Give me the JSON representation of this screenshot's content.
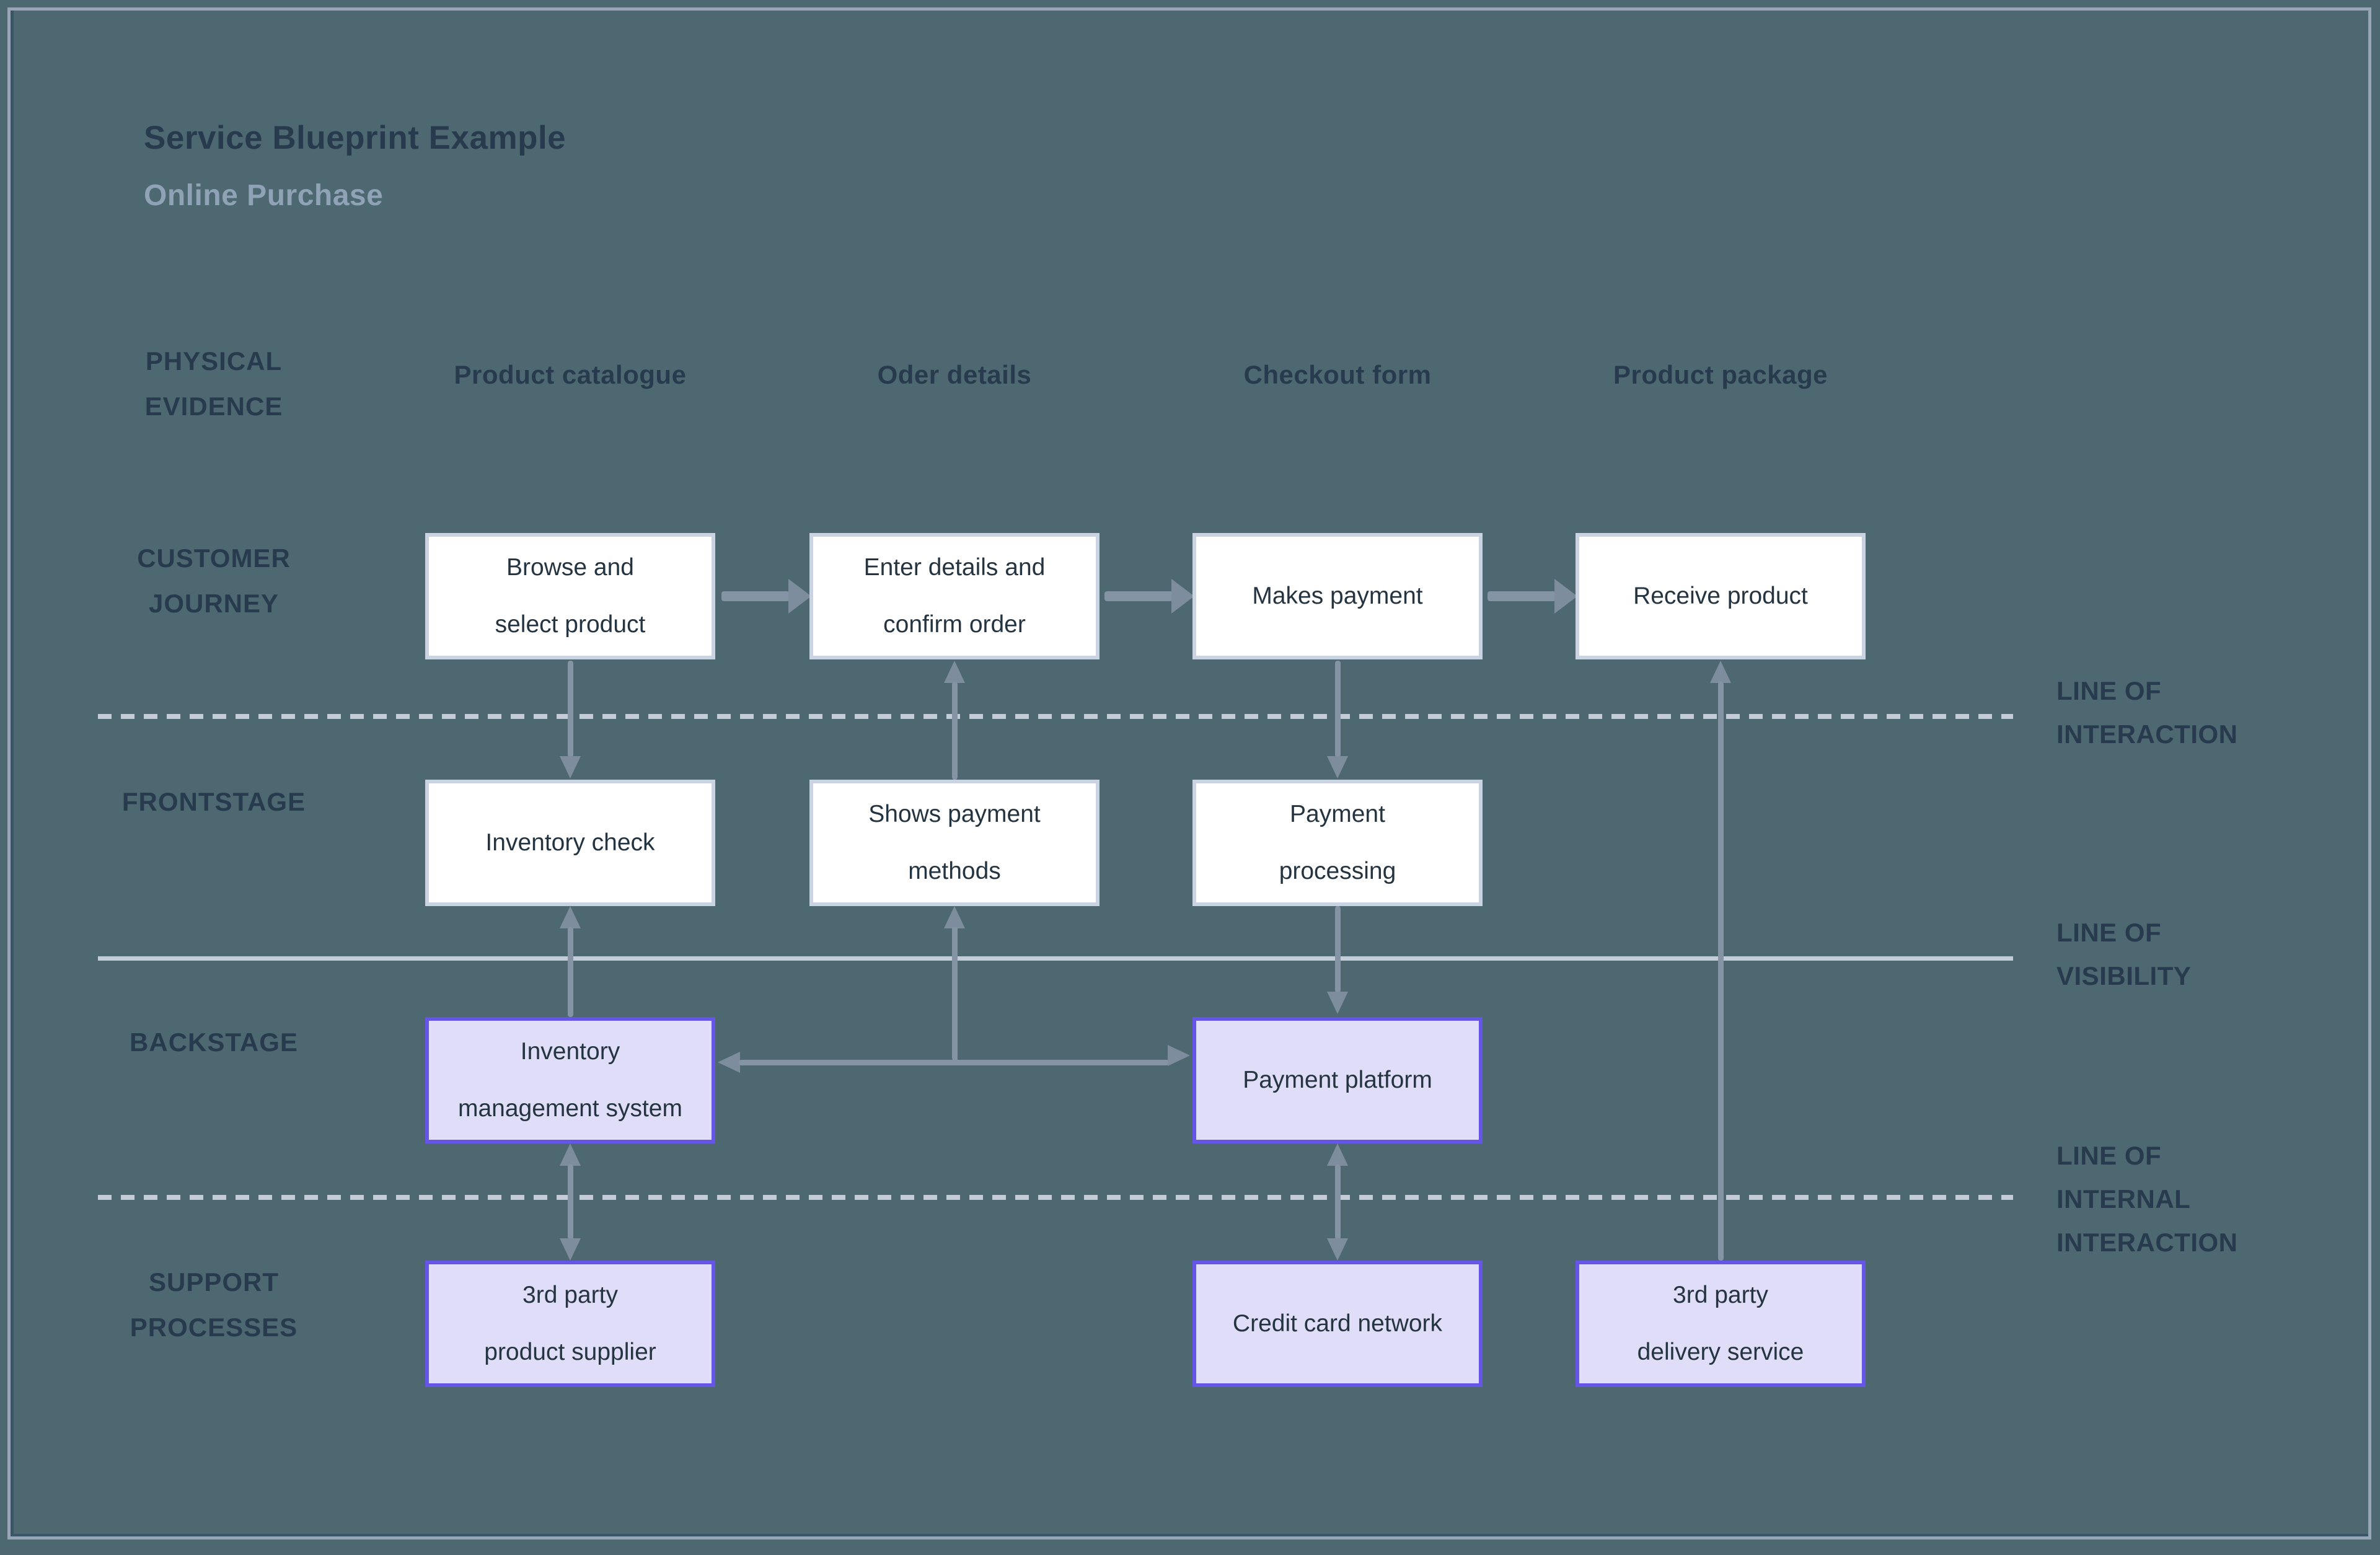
{
  "title": {
    "main": "Service Blueprint Example",
    "subtitle": "Online Purchase"
  },
  "row_labels": {
    "physical_evidence": "PHYSICAL\nEVIDENCE",
    "customer_journey": "CUSTOMER\nJOURNEY",
    "frontstage": "FRONTSTAGE",
    "backstage": "BACKSTAGE",
    "support_processes": "SUPPORT\nPROCESSES"
  },
  "column_headers": [
    "Product catalogue",
    "Oder details",
    "Checkout form",
    "Product package"
  ],
  "boxes": {
    "customer_journey": [
      "Browse and\nselect product",
      "Enter details and\nconfirm order",
      "Makes payment",
      "Receive product"
    ],
    "frontstage": [
      "Inventory check",
      "Shows payment\nmethods",
      "Payment\nprocessing"
    ],
    "backstage": [
      "Inventory\nmanagement system",
      "Payment platform"
    ],
    "support_processes": [
      "3rd party\nproduct supplier",
      "Credit card network",
      "3rd party\ndelivery service"
    ]
  },
  "line_labels": {
    "interaction": "LINE OF\nINTERACTION",
    "visibility": "LINE OF\nVISIBILITY",
    "internal_interaction": "LINE OF\nINTERNAL\nINTERACTION"
  },
  "colors": {
    "background": "#4D6870",
    "frame_border": "#97A5B6",
    "white_box_fill": "#FFFFFF",
    "white_box_border": "#C9D3E2",
    "purple_box_fill": "#DFDDF8",
    "purple_box_border": "#6656E8",
    "arrow": "#7E8D9D",
    "separator_line": "#C3CCD7",
    "heading_text": "#273A4E",
    "box_text": "#243441",
    "subtitle_text": "#8FA2B6"
  }
}
